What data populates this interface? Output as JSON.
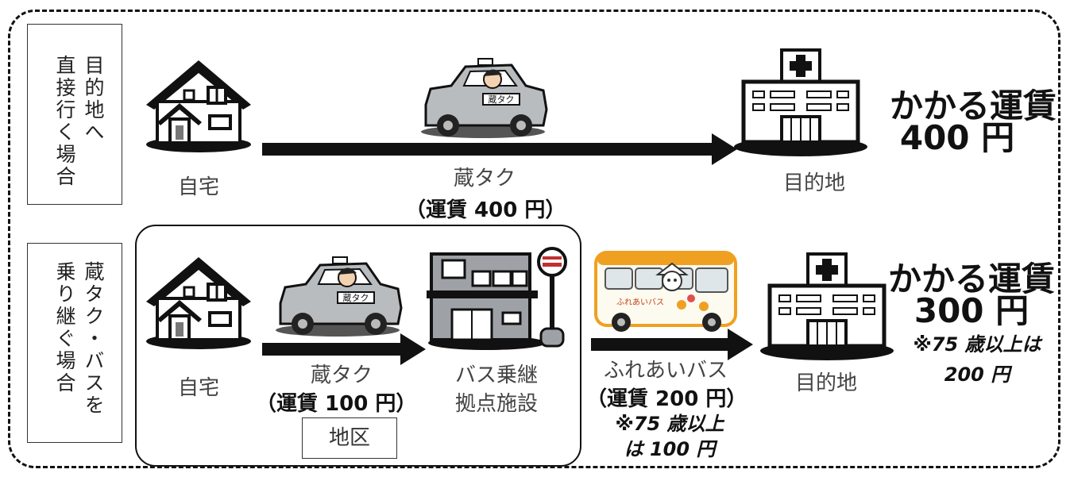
{
  "rows": {
    "direct": {
      "label": "目的地へ\n直接行く場合",
      "home": "自宅",
      "taxi": "蔵タク",
      "taxi_fare": "（運賃 400 円）",
      "destination": "目的地",
      "total_title": "かかる運賃",
      "total_amount": "400 円"
    },
    "transfer": {
      "label": "蔵タク・バスを\n乗り継ぐ場合",
      "home": "自宅",
      "taxi": "蔵タク",
      "taxi_fare": "（運賃 100 円）",
      "hub_line1": "バス乗継",
      "hub_line2": "拠点施設",
      "district": "地区",
      "bus": "ふれあいバス",
      "bus_fare": "（運賃 200 円）",
      "bus_note_line1": "※75 歳以上",
      "bus_note_line2": "は 100 円",
      "destination": "目的地",
      "total_title": "かかる運賃",
      "total_amount": "300 円",
      "total_note_line1": "※75 歳以上は",
      "total_note_line2": "200 円"
    },
    "taxi_sign": "蔵タク",
    "bus_sign": "ふれあいバス"
  },
  "colors": {
    "ink": "#111111",
    "taxi_body": "#b9bcbf",
    "bus_orange": "#f0a020",
    "bus_body": "#fdfaf0"
  }
}
